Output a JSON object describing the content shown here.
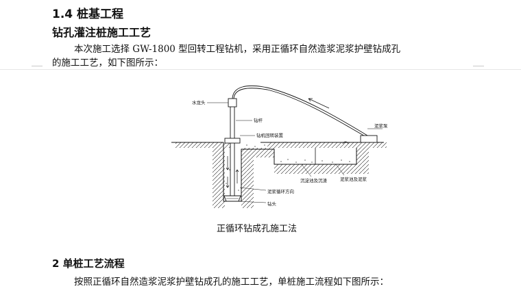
{
  "doc": {
    "h1": "1.4 桩基工程",
    "h2": "钻孔灌注桩施工工艺",
    "para1_line1": "本次施工选择 GW-1800 型回转工程钻机，采用正循环自然造浆泥浆护壁钻成孔",
    "para1_line2": "的施工工艺，如下图所示：",
    "caption": "正循环钻成孔施工法",
    "h3": "2 单桩工艺流程",
    "para2": "按照正循环自然造浆泥浆护壁钻成孔的施工工艺，单桩施工流程如下图所示："
  },
  "figure": {
    "labels": {
      "swivel": "水龙头",
      "drill_rod": "钻杆",
      "rotary_device": "钻机回转装置",
      "mud_pump": "泥浆泵",
      "settling_pit": "沉淀池及沉渣",
      "mud_pit": "泥浆池及泥浆",
      "mud_flow": "泥浆循环方向",
      "drill_bit": "钻头"
    }
  },
  "colors": {
    "ink": "#111111",
    "rule": "#e6e6e6"
  }
}
